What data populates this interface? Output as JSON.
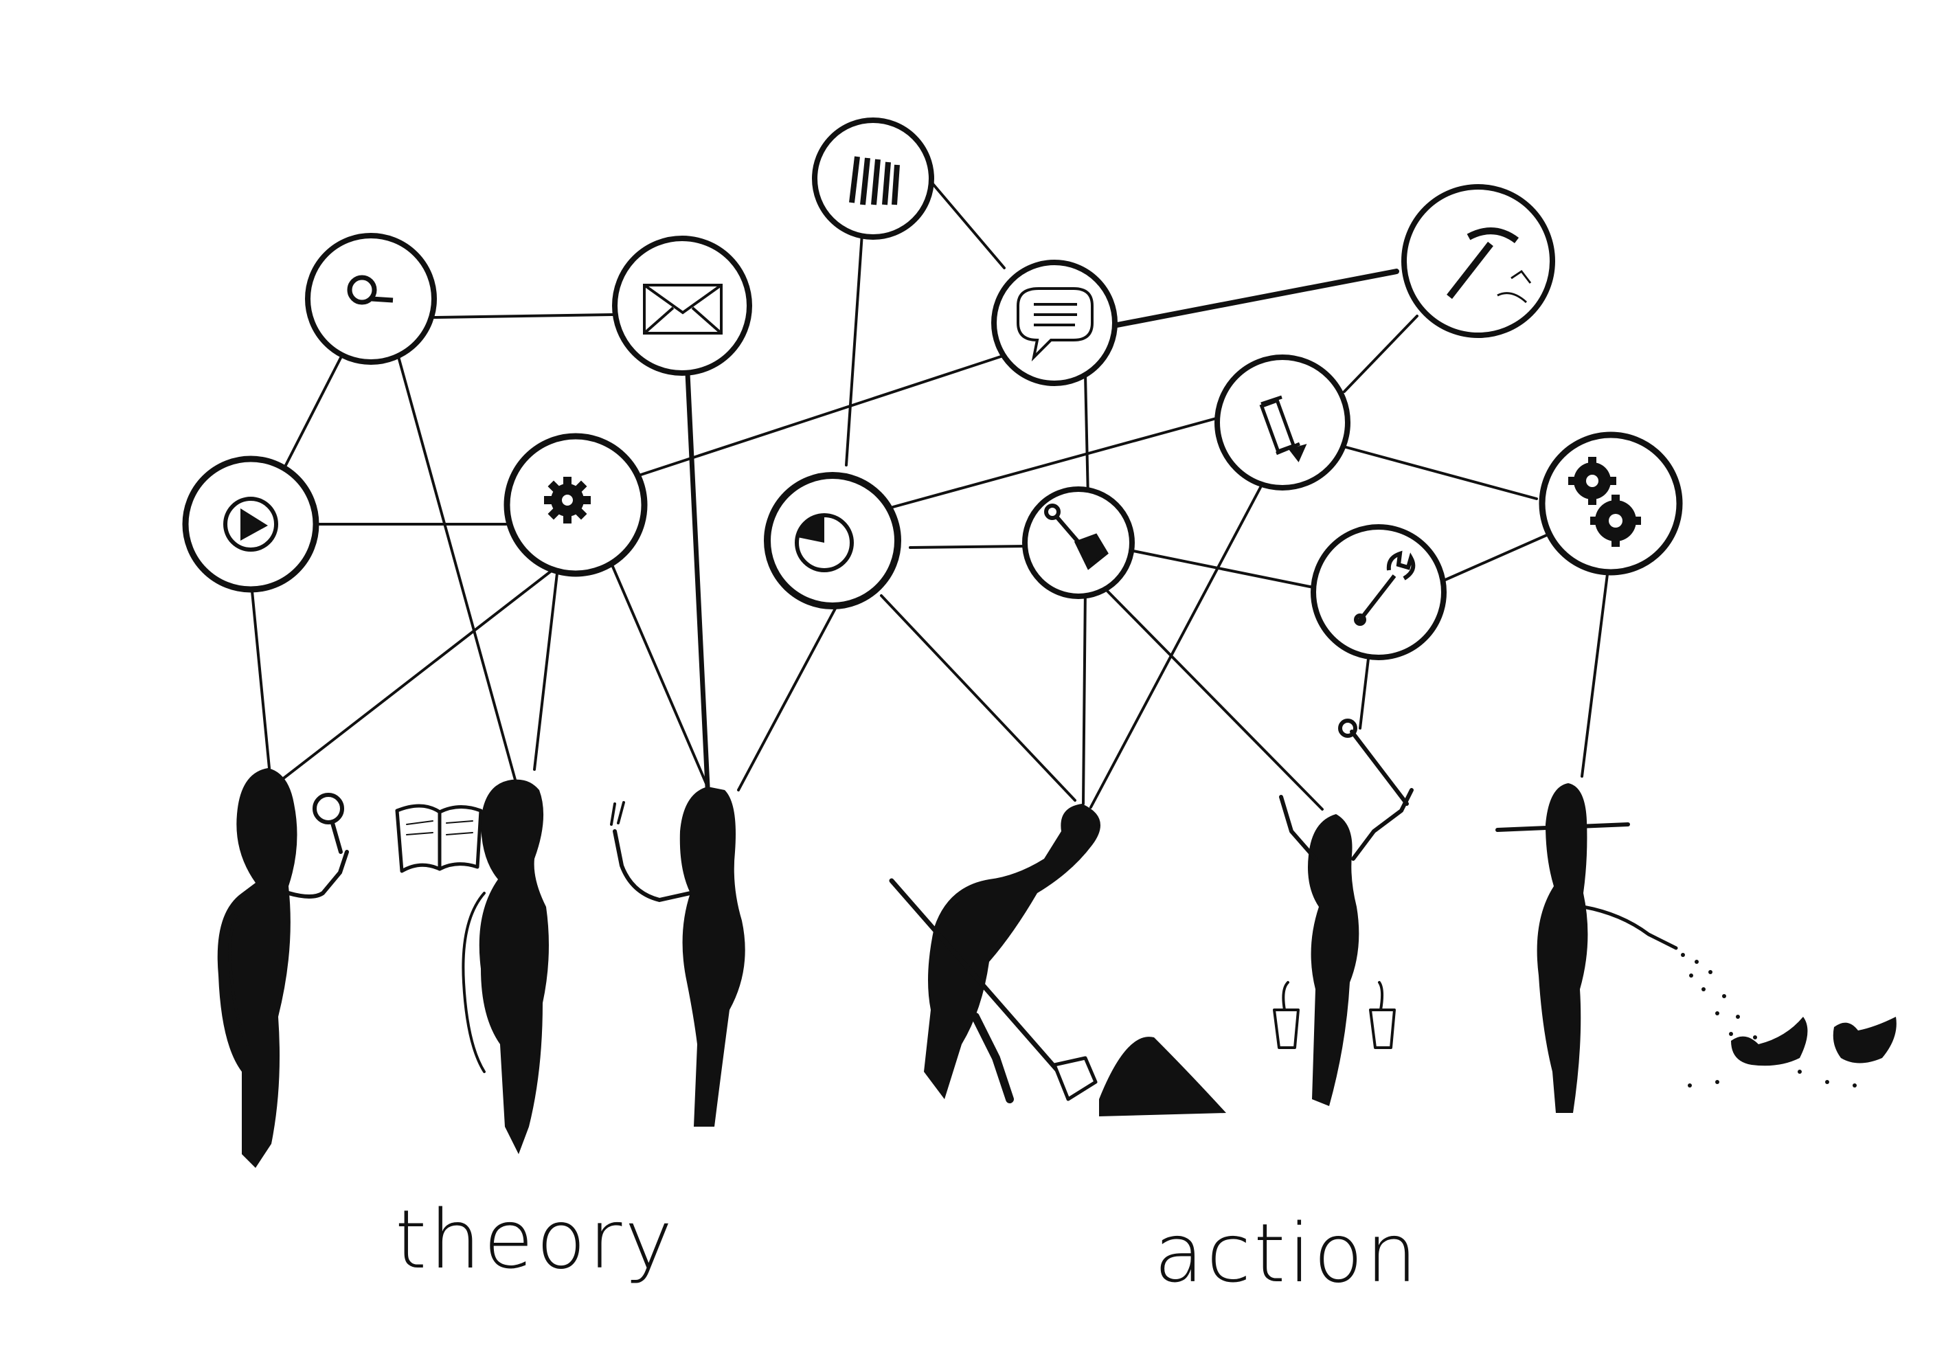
{
  "colors": {
    "ink": "#111111",
    "paper": "#ffffff"
  },
  "captions": {
    "theory": "theory",
    "action": "action"
  },
  "nodes": [
    {
      "id": "magnifier",
      "icon": "magnifier-icon"
    },
    {
      "id": "envelope",
      "icon": "envelope-icon"
    },
    {
      "id": "notes",
      "icon": "tally-marks-icon"
    },
    {
      "id": "chat",
      "icon": "speech-bubble-icon"
    },
    {
      "id": "pickaxe",
      "icon": "pickaxe-icon"
    },
    {
      "id": "play",
      "icon": "play-icon"
    },
    {
      "id": "gear",
      "icon": "gear-icon"
    },
    {
      "id": "pie",
      "icon": "pie-chart-icon"
    },
    {
      "id": "shovel",
      "icon": "shovel-icon"
    },
    {
      "id": "measure",
      "icon": "caliper-icon"
    },
    {
      "id": "wrench",
      "icon": "wrench-icon"
    },
    {
      "id": "gears",
      "icon": "double-gear-icon"
    }
  ],
  "figures": [
    {
      "id": "fig-magnifier",
      "prop": "magnifier"
    },
    {
      "id": "fig-reader",
      "prop": "book"
    },
    {
      "id": "fig-waving",
      "prop": "raised-hand"
    },
    {
      "id": "fig-digger",
      "prop": "shovel"
    },
    {
      "id": "fig-fixer",
      "prop": "wrench"
    },
    {
      "id": "fig-farmer",
      "prop": "hat"
    }
  ]
}
